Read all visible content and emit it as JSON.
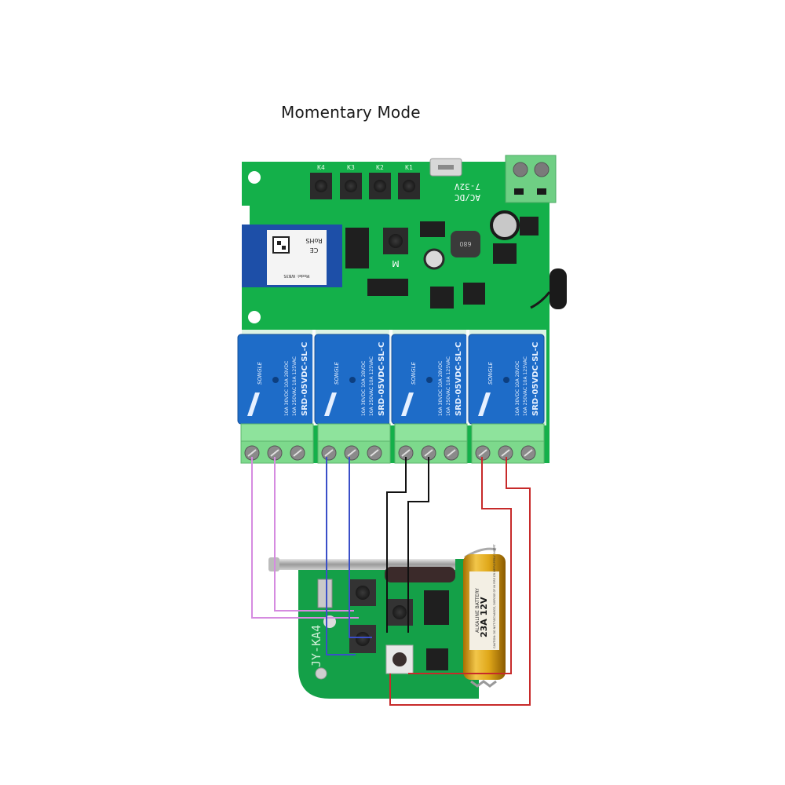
{
  "title": "Momentary Mode",
  "relay_board": {
    "power_label_line1": "7-32V",
    "power_label_line2": "AC/DC",
    "button_labels": [
      "K4",
      "K3",
      "K2",
      "K1"
    ],
    "mode_button_label": "M",
    "module": {
      "marking": "RoHS",
      "ce": "CE",
      "model": "Model: WB3S"
    },
    "inductor_marking": "680",
    "relays": [
      {
        "brand": "SONGLE",
        "model": "SRD-05VDC-SL-C",
        "rating1": "10A 250VAC 10A 125VAC",
        "rating2": "10A 30VDC 10A 28VDC"
      },
      {
        "brand": "SONGLE",
        "model": "SRD-05VDC-SL-C",
        "rating1": "10A 250VAC 10A 125VAC",
        "rating2": "10A 30VDC 10A 28VDC"
      },
      {
        "brand": "SONGLE",
        "model": "SRD-05VDC-SL-C",
        "rating1": "10A 250VAC 10A 125VAC",
        "rating2": "10A 30VDC 10A 28VDC"
      },
      {
        "brand": "SONGLE",
        "model": "SRD-05VDC-SL-C",
        "rating1": "10A 250VAC 10A 125VAC",
        "rating2": "10A 30VDC 10A 28VDC"
      }
    ]
  },
  "remote": {
    "model_label": "JY-KA4",
    "battery_type": "ALKALINE BATTERY",
    "battery_model": "23A 12V",
    "battery_caution": "CAUTION: DO NOT RECHARGE, DISPOSE OF IN FIRE OR IMPROPERLY INSERT"
  },
  "wires": [
    {
      "name": "relay-1-wire",
      "color": "#d58be0"
    },
    {
      "name": "relay-2-wire",
      "color": "#3a4fc8"
    },
    {
      "name": "relay-3-wire",
      "color": "#111111"
    },
    {
      "name": "relay-4-wire",
      "color": "#c72a2a"
    }
  ],
  "colors": {
    "pcb_green": "#14b04a",
    "relay_blue": "#1e6cc8",
    "terminal_green": "#7dd98c",
    "battery_gold": "#e0a81a"
  }
}
